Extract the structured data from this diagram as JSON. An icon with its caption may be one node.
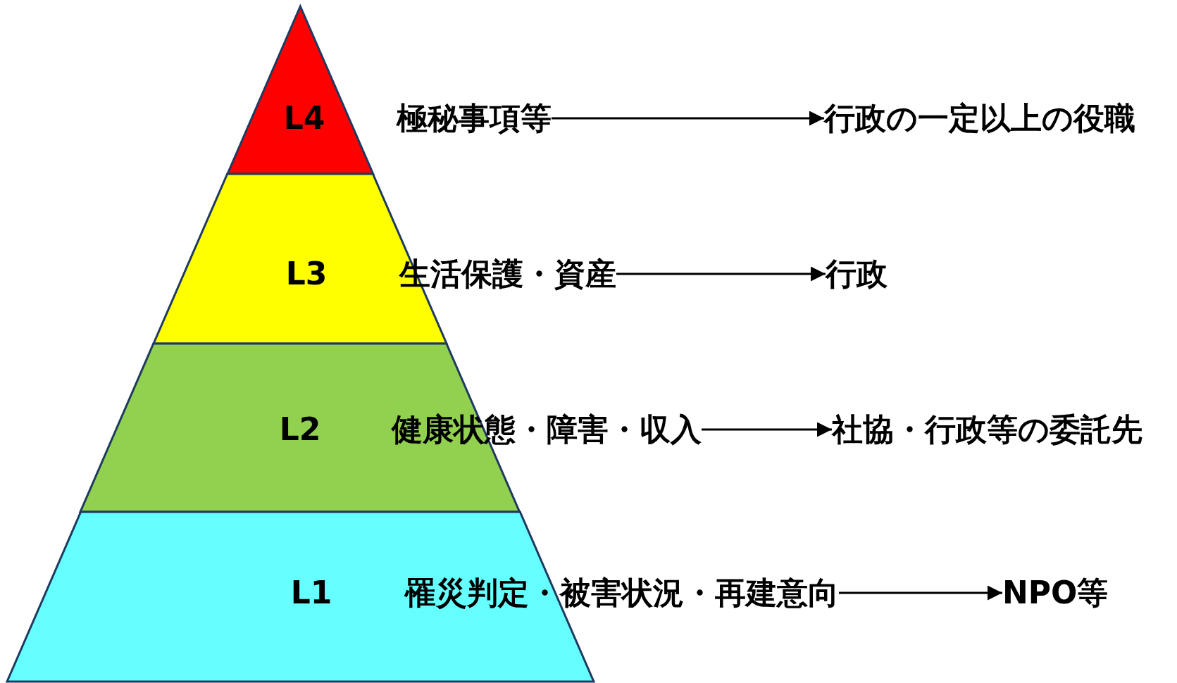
{
  "diagram": {
    "nodes": [
      {
        "text": [
          "L4"
        ]
      },
      {
        "text": [
          "極秘事項等"
        ]
      },
      {
        "text": [
          "行政の一定以上の役職"
        ]
      },
      {
        "text": [
          "L3"
        ]
      },
      {
        "text": [
          "生活保護・資産"
        ]
      },
      {
        "text": [
          "行政"
        ]
      },
      {
        "text": [
          "L2"
        ]
      },
      {
        "text": [
          "健康状態・障害・収入"
        ]
      },
      {
        "text": [
          "社協・行政等の委託先"
        ]
      },
      {
        "text": [
          "L1"
        ]
      },
      {
        "text": [
          "罹災判定・被害状況・再建意向"
        ]
      },
      {
        "text": [
          "NPO等"
        ]
      }
    ],
    "edges": [
      {
        "from": 1,
        "to": 2,
        "arrow": "to"
      },
      {
        "from": 4,
        "to": 5,
        "arrow": "to"
      },
      {
        "from": 7,
        "to": 8,
        "arrow": "to"
      },
      {
        "from": 10,
        "to": 11,
        "arrow": "to"
      }
    ]
  }
}
